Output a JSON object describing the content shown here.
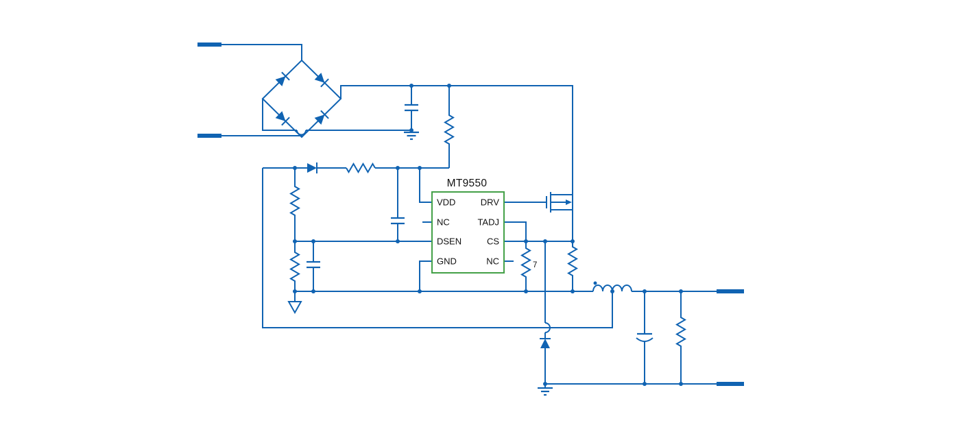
{
  "ic": {
    "name": "MT9550",
    "left_pins": [
      "VDD",
      "NC",
      "DSEN",
      "GND"
    ],
    "right_pins": [
      "DRV",
      "TADJ",
      "CS",
      "NC"
    ]
  },
  "annotations": {
    "resistor_label": "7"
  },
  "colors": {
    "wire": "#1063b2",
    "ic_border": "#43a047",
    "label": "#111111",
    "background": "#ffffff"
  }
}
